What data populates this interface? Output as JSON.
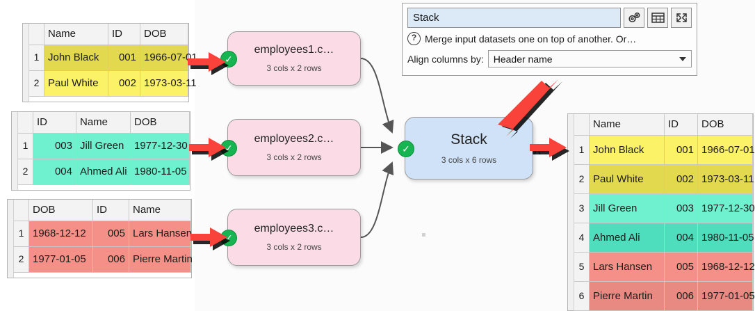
{
  "panel": {
    "name_value": "Stack",
    "description": "Merge input datasets one on top of another. Or…",
    "align_label": "Align columns by:",
    "align_value": "Header name",
    "buttons": {
      "settings": "gears-icon",
      "table": "table-icon",
      "expand": "expand-icon",
      "help": "?"
    }
  },
  "input_tables": [
    {
      "id": "employees1",
      "color": "#fbf267",
      "headers": [
        "",
        "Name",
        "ID",
        "DOB"
      ],
      "rows": [
        [
          "1",
          "John Black",
          "001",
          "1966-07-01"
        ],
        [
          "2",
          "Paul White",
          "002",
          "1973-03-11"
        ]
      ]
    },
    {
      "id": "employees2",
      "color": "#6ff0cf",
      "headers": [
        "",
        "ID",
        "Name",
        "DOB"
      ],
      "rows": [
        [
          "1",
          "003",
          "Jill Green",
          "1977-12-30"
        ],
        [
          "2",
          "004",
          "Ahmed Ali",
          "1980-11-05"
        ]
      ]
    },
    {
      "id": "employees3",
      "color": "#f49088",
      "headers": [
        "",
        "DOB",
        "ID",
        "Name"
      ],
      "rows": [
        [
          "1",
          "1968-12-12",
          "005",
          "Lars Hansen"
        ],
        [
          "2",
          "1977-01-05",
          "006",
          "Pierre Martin"
        ]
      ]
    }
  ],
  "output_table": {
    "headers": [
      "",
      "Name",
      "ID",
      "DOB"
    ],
    "rows": [
      [
        "1",
        "John Black",
        "001",
        "1966-07-01"
      ],
      [
        "2",
        "Paul White",
        "002",
        "1973-03-11"
      ],
      [
        "3",
        "Jill Green",
        "003",
        "1977-12-30"
      ],
      [
        "4",
        "Ahmed Ali",
        "004",
        "1980-11-05"
      ],
      [
        "5",
        "Lars Hansen",
        "005",
        "1968-12-12"
      ],
      [
        "6",
        "Pierre Martin",
        "006",
        "1977-01-05"
      ]
    ]
  },
  "nodes": [
    {
      "title": "employees1.c…",
      "sub": "3 cols x 2 rows",
      "status": "ok"
    },
    {
      "title": "employees2.c…",
      "sub": "3 cols x 2 rows",
      "status": "ok"
    },
    {
      "title": "employees3.c…",
      "sub": "3 cols x 2 rows",
      "status": "ok"
    },
    {
      "title": "Stack",
      "sub": "3 cols x 6 rows",
      "status": "ok"
    }
  ],
  "colors": {
    "input_node": "#fbdce6",
    "op_node": "#cfe2f7",
    "ok_badge": "#16b552",
    "annotation_arrow": "#f9423a",
    "yellow": "#fbf267",
    "green": "#6ff0cf",
    "red": "#f49088"
  }
}
